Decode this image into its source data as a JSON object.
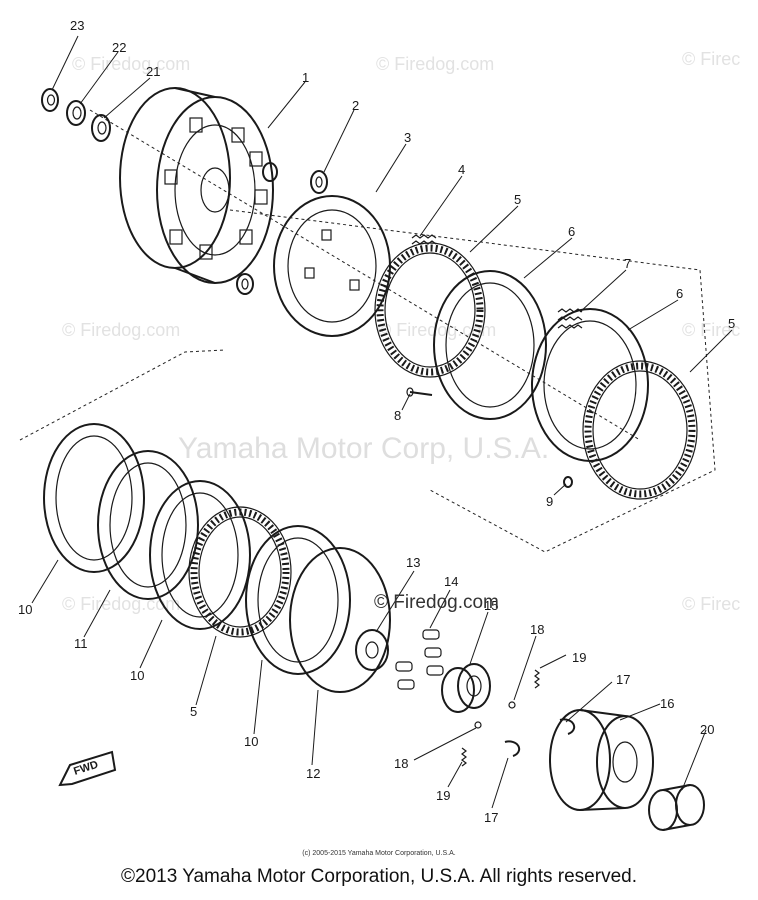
{
  "watermark": {
    "site": "© Firedog.com",
    "site_right": "© Firec",
    "center": "Yamaha Motor Corp, U.S.A.",
    "overlay": "© Firedog.com"
  },
  "direction_label": "FWD",
  "callouts": {
    "c1": "1",
    "c2": "2",
    "c3": "3",
    "c4": "4",
    "c5a": "5",
    "c5b": "5",
    "c5c": "5",
    "c6a": "6",
    "c6b": "6",
    "c7": "7",
    "c8": "8",
    "c9": "9",
    "c10a": "10",
    "c10b": "10",
    "c10c": "10",
    "c11": "11",
    "c12": "12",
    "c13": "13",
    "c14": "14",
    "c15": "15",
    "c16": "16",
    "c17a": "17",
    "c17b": "17",
    "c18a": "18",
    "c18b": "18",
    "c19a": "19",
    "c19b": "19",
    "c20": "20",
    "c21": "21",
    "c22": "22",
    "c23": "23"
  },
  "small_copyright": "(c) 2005-2015 Yamaha Motor Corporation, U.S.A.",
  "footer": "©2013 Yamaha Motor Corporation, U.S.A. All rights reserved."
}
